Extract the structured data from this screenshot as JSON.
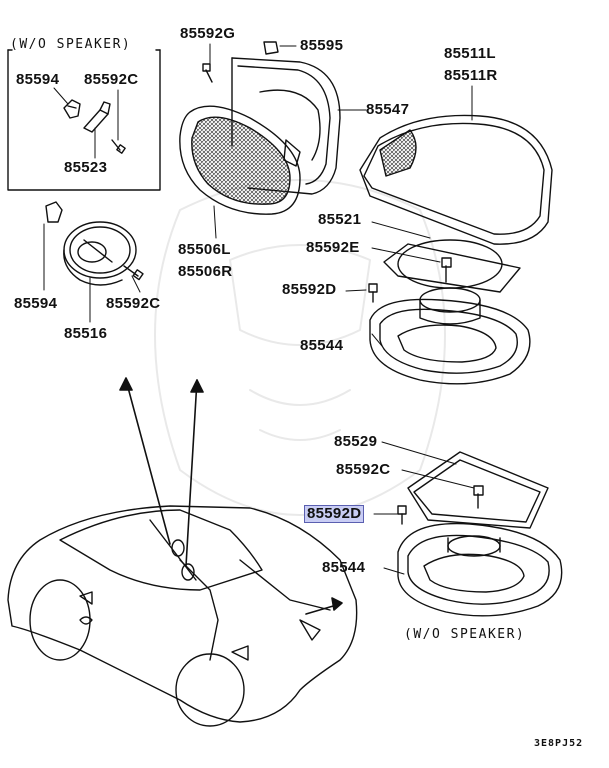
{
  "notes": {
    "wo_speaker_top": "(W/O SPEAKER)",
    "wo_speaker_bottom": "(W/O SPEAKER)"
  },
  "parts": {
    "p85592G": "85592G",
    "p85595": "85595",
    "p85511L": "85511L",
    "p85511R": "85511R",
    "p85547": "85547",
    "p85594_box": "85594",
    "p85592C_box": "85592C",
    "p85523": "85523",
    "p85506L": "85506L",
    "p85506R": "85506R",
    "p85521": "85521",
    "p85592E": "85592E",
    "p85592D_top": "85592D",
    "p85544_top": "85544",
    "p85594": "85594",
    "p85592C_left": "85592C",
    "p85516": "85516",
    "p85529": "85529",
    "p85592C_bottom": "85592C",
    "p85592D_highlight": "85592D",
    "p85544_bottom": "85544"
  },
  "diagram_code": "3E8PJ52",
  "colors": {
    "line": "#111111",
    "highlight_fill": "#c9cdf4",
    "highlight_border": "#5a5fb0"
  }
}
